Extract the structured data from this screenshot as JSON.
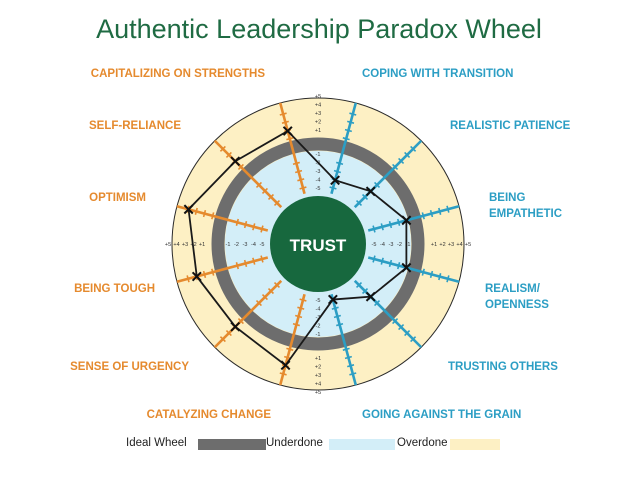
{
  "title": "Authentic Leadership Paradox Wheel",
  "center_label": "TRUST",
  "colors": {
    "title": "#1f6b43",
    "left_text": "#e58a2e",
    "right_text": "#2c9ec4",
    "overdone": "#fdf0c4",
    "underdone": "#d3eef8",
    "ideal": "#6d6d6d",
    "center": "#17683e"
  },
  "left_labels": [
    "CAPITALIZING ON STRENGTHS",
    "SELF-RELIANCE",
    "OPTIMISM",
    "BEING TOUGH",
    "SENSE OF URGENCY",
    "CATALYZING CHANGE"
  ],
  "right_labels": [
    "COPING WITH TRANSITION",
    "REALISTIC PATIENCE",
    "BEING EMPATHETIC",
    "REALISM/ OPENNESS",
    "TRUSTING OTHERS",
    "GOING AGAINST THE GRAIN"
  ],
  "scale_outer": [
    "+1",
    "+2",
    "+3",
    "+4",
    "+5"
  ],
  "scale_inner": [
    "-1",
    "-2",
    "-3",
    "-4",
    "-5"
  ],
  "legend": {
    "ideal": "Ideal Wheel",
    "underdone": "Underdone",
    "overdone": "Overdone"
  },
  "profile_scores": [
    {
      "axis": "CAPITALIZING ON STRENGTHS",
      "value": 2
    },
    {
      "axis": "COPING WITH TRANSITION",
      "value": -4
    },
    {
      "axis": "REALISTIC PATIENCE",
      "value": -3
    },
    {
      "axis": "BEING EMPATHETIC",
      "value": -1
    },
    {
      "axis": "REALISM/ OPENNESS",
      "value": -1
    },
    {
      "axis": "TRUSTING OTHERS",
      "value": -3
    },
    {
      "axis": "GOING AGAINST THE GRAIN",
      "value": -5
    },
    {
      "axis": "CATALYZING CHANGE",
      "value": 3
    },
    {
      "axis": "SENSE OF URGENCY",
      "value": 2
    },
    {
      "axis": "BEING TOUGH",
      "value": 3
    },
    {
      "axis": "OPTIMISM",
      "value": 4
    },
    {
      "axis": "SELF-RELIANCE",
      "value": 2
    }
  ]
}
